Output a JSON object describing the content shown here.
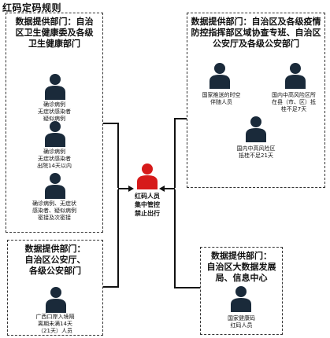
{
  "page_title": "红码定码规则",
  "center": {
    "label_lines": [
      "红码人员",
      "集中管控",
      "禁止出行"
    ],
    "color": "#d61a1a"
  },
  "boxes": {
    "top_left": {
      "title_lines": [
        "数据提供部门：自治",
        "区卫生健康委及各级",
        "卫生健康部门"
      ],
      "persons": [
        {
          "lines": [
            "确诊病例",
            "无症状感染者",
            "疑似病例"
          ]
        },
        {
          "lines": [
            "确诊病例",
            "无症状感染者",
            "出院14天以内"
          ]
        },
        {
          "lines": [
            "确诊病例、无症状",
            "感染者、疑似病例",
            "密接及次密接"
          ]
        }
      ]
    },
    "top_right": {
      "title_lines": [
        "数据提供部门：自治区及各级疫情",
        "防控指挥部区域协查专班、自治区",
        "公安厅及各级公安部门"
      ],
      "persons": [
        {
          "lines": [
            "国家推送的时空",
            "伴随人员"
          ]
        },
        {
          "lines": [
            "国内中高风险区所",
            "在县（市、区）抵",
            "桂不足7天"
          ]
        },
        {
          "lines": [
            "国内中高风险区",
            "抵桂不足21天"
          ]
        }
      ]
    },
    "bottom_left": {
      "title_lines": [
        "数据提供部门：",
        "自治区公安厅、",
        "各级公安部门"
      ],
      "persons": [
        {
          "lines": [
            "广西口岸入境隔",
            "离期未满14天",
            "（21天）人员"
          ]
        }
      ]
    },
    "bottom_right": {
      "title_lines": [
        "数据提供部门：",
        "自治区大数据发展",
        "局、信息中心"
      ],
      "persons": [
        {
          "lines": [
            "国家健康码",
            "红码人员"
          ]
        }
      ]
    }
  },
  "colors": {
    "person": "#1a2a3a",
    "line": "#111111",
    "border": "#333333"
  }
}
